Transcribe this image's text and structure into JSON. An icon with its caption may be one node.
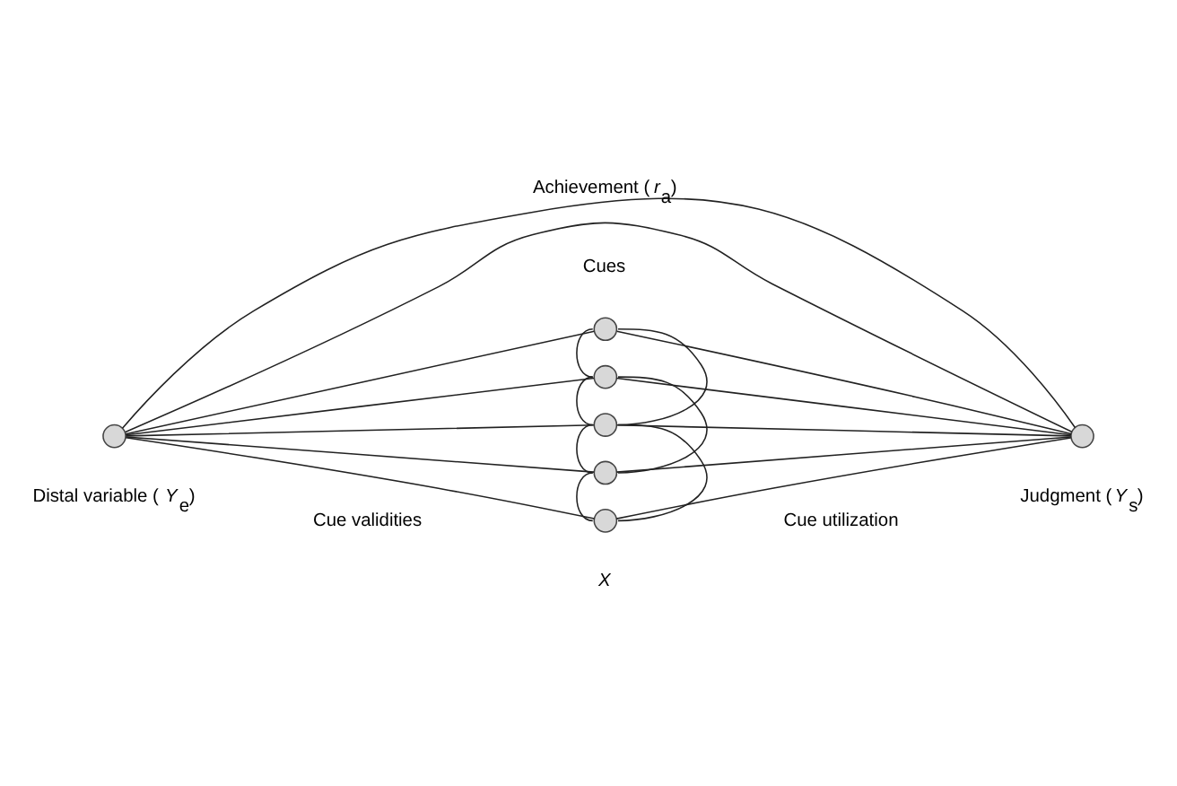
{
  "diagram": {
    "nodes": [
      {
        "text": [],
        "shape": "circle",
        "beside": [
          "Distal variable (*Y*$_{e}$)"
        ]
      },
      {
        "text": [],
        "shape": "circle",
        "beside": [
          "Cues"
        ]
      },
      {
        "text": [],
        "shape": "circle"
      },
      {
        "text": [],
        "shape": "circle"
      },
      {
        "text": [],
        "shape": "circle"
      },
      {
        "text": [],
        "shape": "circle",
        "beside": [
          "*X*"
        ]
      },
      {
        "text": [],
        "shape": "circle",
        "beside": [
          "Judgment (*Y*$_{s}$)"
        ]
      }
    ],
    "edges": [
      {
        "from": 0,
        "to": 6,
        "arrow": "none",
        "label": "Achievement (*r*$_{a}$)"
      },
      {
        "from": 0,
        "to": 1,
        "arrow": "none"
      },
      {
        "from": 0,
        "to": 2,
        "arrow": "none"
      },
      {
        "from": 0,
        "to": 3,
        "arrow": "none"
      },
      {
        "from": 0,
        "to": 4,
        "arrow": "none"
      },
      {
        "from": 0,
        "to": 5,
        "arrow": "none"
      },
      {
        "from": 0,
        "to": 6,
        "arrow": "none"
      },
      {
        "from": 1,
        "to": 6,
        "arrow": "none"
      },
      {
        "from": 2,
        "to": 6,
        "arrow": "none"
      },
      {
        "from": 3,
        "to": 6,
        "arrow": "none"
      },
      {
        "from": 4,
        "to": 6,
        "arrow": "none"
      },
      {
        "from": 5,
        "to": 6,
        "arrow": "none"
      },
      {
        "from": 1,
        "to": 2,
        "arrow": "none"
      },
      {
        "from": 1,
        "to": 3,
        "arrow": "none"
      },
      {
        "from": 2,
        "to": 3,
        "arrow": "none"
      },
      {
        "from": 2,
        "to": 4,
        "arrow": "none"
      },
      {
        "from": 3,
        "to": 4,
        "arrow": "none"
      },
      {
        "from": 3,
        "to": 5,
        "arrow": "none"
      },
      {
        "from": 4,
        "to": 5,
        "arrow": "none"
      }
    ],
    "labels": [
      "Cue validities",
      "Cue utilization"
    ]
  }
}
